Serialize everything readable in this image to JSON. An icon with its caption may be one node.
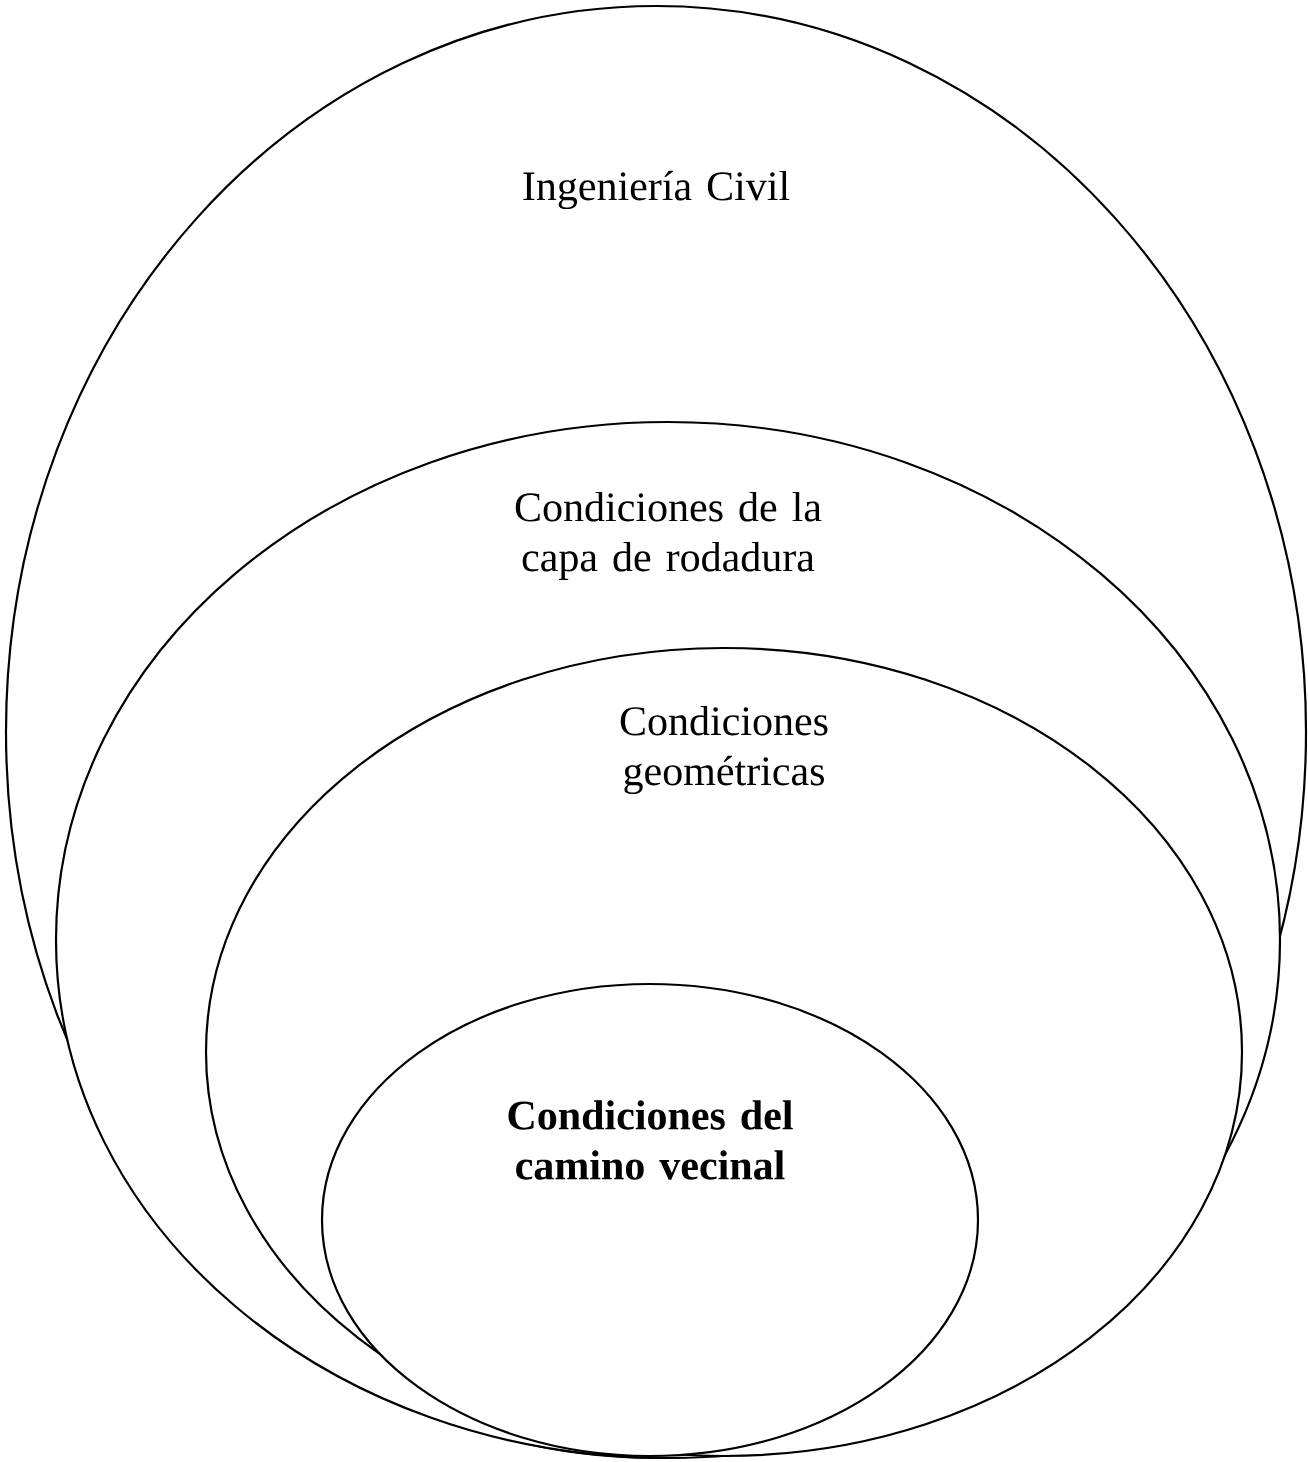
{
  "diagram": {
    "nodes": [
      {
        "text": [
          "Ingeniería Civil"
        ]
      },
      {
        "text": [
          "Condiciones de la capa de rodadura"
        ],
        "in": 0
      },
      {
        "text": [
          "Condiciones geométricas"
        ],
        "in": 1
      },
      {
        "text": [
          "Condiciones del camino vecinal"
        ],
        "in": 2
      }
    ]
  }
}
